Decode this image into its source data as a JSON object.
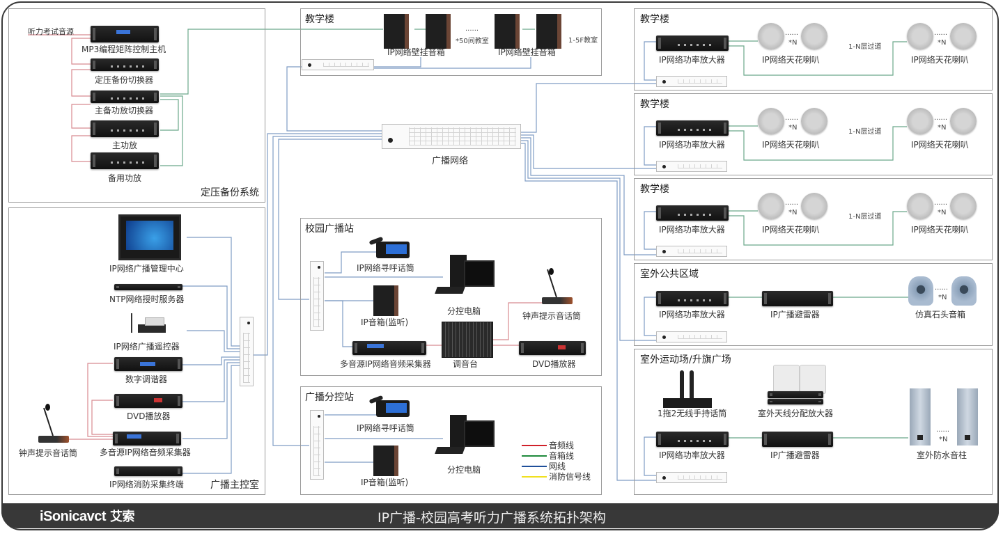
{
  "footer": {
    "logo": "iSonicavct",
    "logo_cn": "艾索",
    "title": "IP广播-校园高考听力广播系统拓扑架构"
  },
  "backup_system": {
    "title": "定压备份系统",
    "source_label": "听力考试音源",
    "devices": [
      "MP3编程矩阵控制主机",
      "定压备份切换器",
      "主备功放切换器",
      "主功放",
      "备用功放"
    ]
  },
  "control_room": {
    "title": "广播主控室",
    "devices": [
      "IP网络广播管理中心",
      "NTP网络授时服务器",
      "IP网络广播遥控器",
      "数字调谐器",
      "DVD播放器",
      "多音源IP网络音频采集器",
      "IP网络消防采集终端"
    ],
    "mic_label": "钟声提示音话筒"
  },
  "teaching_top": {
    "title": "教学楼",
    "speaker_label_1": "IP网络壁挂音箱",
    "speaker_label_2": "IP网络壁挂音箱",
    "dots": "......",
    "count_note": "*50间教室",
    "floor_note": "1-5F教室"
  },
  "network": {
    "label": "广播网络"
  },
  "campus_station": {
    "title": "校园广播站",
    "paging_mic": "IP网络寻呼话筒",
    "pc": "分控电脑",
    "monitor_speaker": "IP音箱(监听)",
    "chime_mic": "钟声提示音话筒",
    "collector": "多音源IP网络音频采集器",
    "mixer": "调音台",
    "dvd": "DVD播放器"
  },
  "sub_station": {
    "title": "广播分控站",
    "paging_mic": "IP网络寻呼话筒",
    "pc": "分控电脑",
    "monitor_speaker": "IP音箱(监听)"
  },
  "legend": {
    "items": [
      {
        "label": "音频线",
        "color": "#d0212a"
      },
      {
        "label": "音箱线",
        "color": "#1f8a3c"
      },
      {
        "label": "网线",
        "color": "#1f4f9a"
      },
      {
        "label": "消防信号线",
        "color": "#f0e020"
      }
    ]
  },
  "right_zones": [
    {
      "title": "教学楼",
      "amp": "IP网络功率放大器",
      "speaker1": "IP网络天花喇叭",
      "speaker2": "IP网络天花喇叭",
      "n": "*N",
      "dots": "......",
      "corridor": "1-N层过道"
    },
    {
      "title": "教学楼",
      "amp": "IP网络功率放大器",
      "speaker1": "IP网络天花喇叭",
      "speaker2": "IP网络天花喇叭",
      "n": "*N",
      "dots": "......",
      "corridor": "1-N层过道"
    },
    {
      "title": "教学楼",
      "amp": "IP网络功率放大器",
      "speaker1": "IP网络天花喇叭",
      "speaker2": "IP网络天花喇叭",
      "n": "*N",
      "dots": "......",
      "corridor": "1-N层过道"
    }
  ],
  "outdoor_public": {
    "title": "室外公共区域",
    "amp": "IP网络功率放大器",
    "arrester": "IP广播避雷器",
    "speaker": "仿真石头音箱",
    "n": "*N",
    "dots": "......"
  },
  "sports_field": {
    "title": "室外运动场/升旗广场",
    "wireless_mic": "1拖2无线手持话筒",
    "antenna_amp": "室外天线分配放大器",
    "amp": "IP网络功率放大器",
    "arrester": "IP广播避雷器",
    "speaker": "室外防水音柱",
    "n": "*N",
    "dots": "......"
  }
}
